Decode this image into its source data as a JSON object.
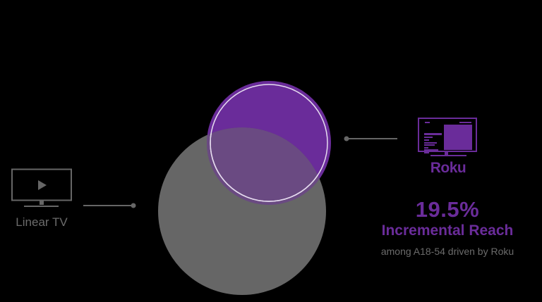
{
  "diagram": {
    "type": "venn",
    "sets": [
      {
        "name": "Linear TV",
        "color": "#666666"
      },
      {
        "name": "Roku",
        "color": "#6a2c9a"
      }
    ]
  },
  "left": {
    "icon": "tv-play-icon",
    "label": "Linear TV"
  },
  "right": {
    "icon": "monitor-roku-icon",
    "label": "Roku"
  },
  "stat": {
    "value": "19.5%",
    "label": "Incremental Reach",
    "sublabel": "among A18-54 driven by Roku"
  },
  "colors": {
    "background": "#000000",
    "purple": "#6a2c9a",
    "gray": "#666666",
    "text_gray": "#6b6b6b"
  }
}
